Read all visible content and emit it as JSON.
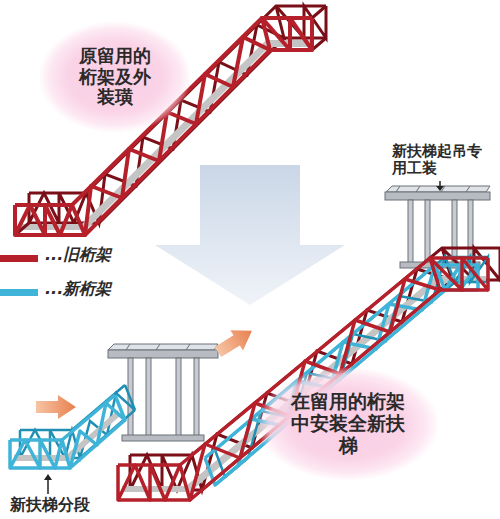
{
  "diagram": {
    "nodes": [
      {
        "text": [
          "原留用的桁架及外装璜"
        ]
      },
      {
        "text": [
          "在留用的桁架中安装全新扶梯"
        ]
      }
    ],
    "labels": [
      "新扶梯起吊专用工装",
      "新扶梯分段"
    ],
    "legend": [
      {
        "text": "...旧桁架",
        "color": "#b5202a"
      },
      {
        "text": "...新桁架",
        "color": "#3fb4d8"
      }
    ]
  }
}
